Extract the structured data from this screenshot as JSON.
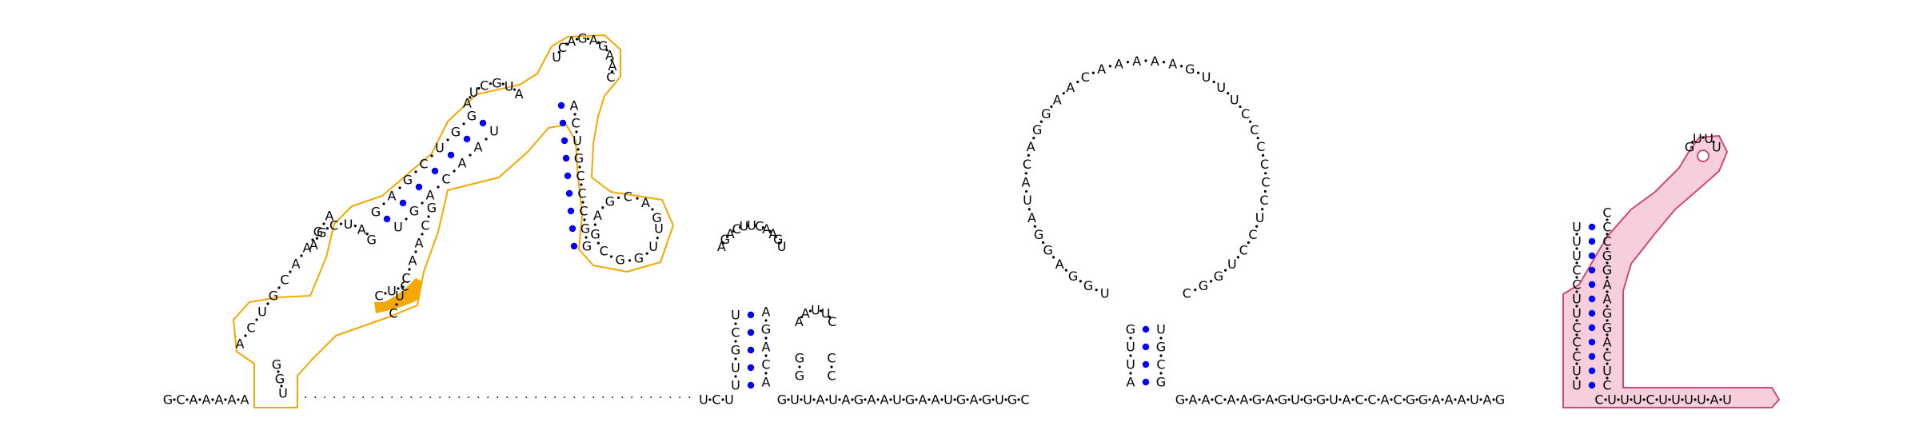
{
  "colors": {
    "pair_dot": "#0000ff",
    "highlight_orange_outline": "#f4a800",
    "highlight_orange_fill": "#f4a800",
    "highlight_pink_outline": "#d1477a",
    "highlight_pink_fill": "#f7cfdc"
  },
  "sequence_strand": {
    "five_prime_prefix": "GCAAAAA",
    "linker": "UCU",
    "middle_a": "GUUAUAGAAUGAAUGAGUGC",
    "middle_b": "GAACAAGAGUGGUACCACGGAAAUAG",
    "three_prime_tail": "CUUUCUUUUAU"
  },
  "hairpin_1": {
    "left_stem": "UUGCU",
    "loop": "AGACUUCAAGU",
    "right_stem": "AGACA"
  },
  "hairpin_2": {
    "left": "GG",
    "loop": "AAUUC",
    "right": "CC"
  },
  "hairpin_3": {
    "left_stem": "AUUG",
    "loop": "UGGAGGAUACAGGAACAAAAAGUUUCCCCCCUCCUGGC",
    "right_stem": "UGCG"
  },
  "hairpin_4": {
    "left": "UUCCCUUCCUUU",
    "loop": "GUUU",
    "right": "CUCAGGAAGGCCC"
  },
  "structure_1": {
    "left_arm_outer": "ACUGCAAGA",
    "inner_loop_top": "AGCUAG",
    "stem_a_left": "GAGCUGG",
    "stem_a_right": "UGACAAU",
    "hinge": "AUCGUA",
    "loop_right": "UCAGAGAAC",
    "arm_down": "ACUGCCCGG",
    "loop_bottom": "UUGGCGAGCAG",
    "inner_right": "GCAACUC",
    "highlight_segment": "CUC",
    "bottom": "GGU"
  }
}
